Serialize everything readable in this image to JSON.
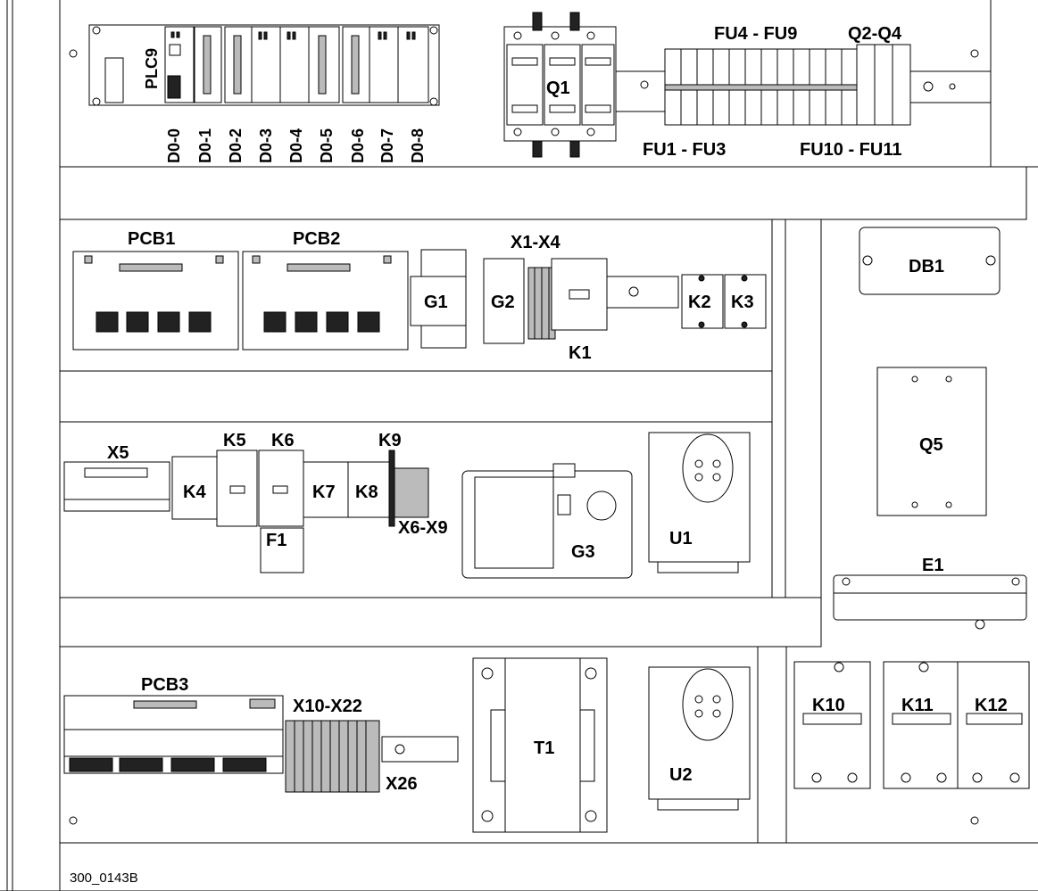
{
  "plc_labels": [
    "PLC9",
    "D0-0",
    "D0-1",
    "D0-2",
    "D0-3",
    "D0-4",
    "D0-5",
    "D0-6",
    "D0-7",
    "D0-8"
  ],
  "labels": {
    "q1": "Q1",
    "fu4_fu9": "FU4 - FU9",
    "q2_q4": "Q2-Q4",
    "fu1_fu3": "FU1 - FU3",
    "fu10_fu11": "FU10 - FU11",
    "pcb1": "PCB1",
    "pcb2": "PCB2",
    "g1": "G1",
    "g2": "G2",
    "x1_x4": "X1-X4",
    "k1": "K1",
    "k2": "K2",
    "k3": "K3",
    "db1": "DB1",
    "x5": "X5",
    "k4": "K4",
    "k5": "K5",
    "k6": "K6",
    "k7": "K7",
    "k8": "K8",
    "k9": "K9",
    "x6_x9": "X6-X9",
    "f1": "F1",
    "g3": "G3",
    "u1": "U1",
    "q5": "Q5",
    "e1": "E1",
    "pcb3": "PCB3",
    "x10_x22": "X10-X22",
    "x26": "X26",
    "t1": "T1",
    "u2": "U2",
    "k10": "K10",
    "k11": "K11",
    "k12": "K12",
    "doc_id": "300_0143B"
  }
}
